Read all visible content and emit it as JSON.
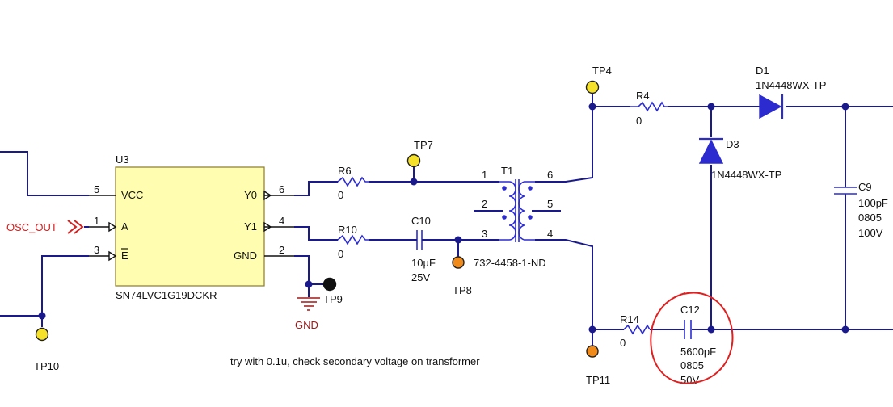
{
  "colors": {
    "wire": "#1a1a8c",
    "component": "#2b2bd0",
    "ic_fill": "#fffdb0",
    "testpoint_yellow": "#f5e12a",
    "testpoint_orange": "#f08a1a",
    "net_label": "#d22020",
    "ground_label": "#a01818",
    "annotation_circle": "#e02020"
  },
  "u3": {
    "refdes": "U3",
    "part": "SN74LVC1G19DCKR",
    "pins": [
      {
        "num": "5",
        "name": "VCC"
      },
      {
        "num": "1",
        "name": "A"
      },
      {
        "num": "3",
        "name": "E"
      },
      {
        "num": "6",
        "name": "Y0"
      },
      {
        "num": "4",
        "name": "Y1"
      },
      {
        "num": "2",
        "name": "GND"
      }
    ]
  },
  "net_osc_out": "OSC_OUT",
  "ground": {
    "label": "GND"
  },
  "r6": {
    "refdes": "R6",
    "value": "0"
  },
  "r10": {
    "refdes": "R10",
    "value": "0"
  },
  "r4": {
    "refdes": "R4",
    "value": "0"
  },
  "r14": {
    "refdes": "R14",
    "value": "0"
  },
  "c10": {
    "refdes": "C10",
    "value": "10µF",
    "rating": "25V"
  },
  "c9": {
    "refdes": "C9",
    "value": "100pF",
    "package": "0805",
    "rating": "100V"
  },
  "c12": {
    "refdes": "C12",
    "value": "5600pF",
    "package": "0805",
    "rating": "50V"
  },
  "t1": {
    "refdes": "T1",
    "part": "732-4458-1-ND",
    "pins": [
      "1",
      "2",
      "3",
      "6",
      "5",
      "4"
    ]
  },
  "d1": {
    "refdes": "D1",
    "part": "1N4448WX-TP"
  },
  "d3": {
    "refdes": "D3",
    "part": "1N4448WX-TP"
  },
  "testpoints": {
    "tp4": "TP4",
    "tp7": "TP7",
    "tp8": "TP8",
    "tp9": "TP9",
    "tp10": "TP10",
    "tp11": "TP11"
  },
  "note": "try with 0.1u, check secondary voltage on transformer"
}
